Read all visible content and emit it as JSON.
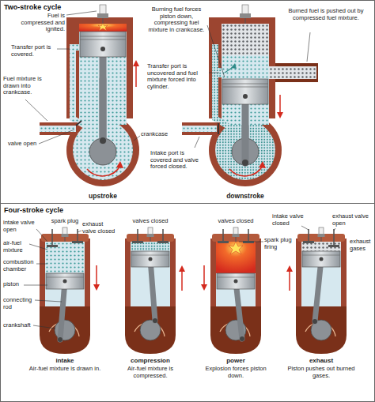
{
  "diagram": {
    "nodes": [
      {
        "text": [
          "Two-stroke cycle"
        ]
      },
      {
        "text": [
          "Four-stroke cycle"
        ]
      }
    ],
    "labels": [
      "Fuel is compressed and ignited.",
      "Burning fuel forces piston down, compressing fuel mixture in crankcase.",
      "Burned fuel is pushed out by compressed fuel mixture.",
      "Transfer port is covered.",
      "Transfer port is uncovered and fuel mixture forced into cylinder.",
      "Fuel mixture is drawn into crankcase.",
      "valve open",
      "crankcase",
      "Intake port is covered and valve forced closed.",
      "upstroke",
      "downstroke",
      "intake valve open",
      "spark plug",
      "exhaust valve closed",
      "valves closed",
      "valves closed",
      "intake valve closed",
      "exhaust valve open",
      "air-fuel mixture",
      "spark plug firing",
      "exhaust gases",
      "combustion chamber",
      "piston",
      "connecting rod",
      "crankshaft",
      "intake",
      "Air-fuel mixture is drawn in.",
      "compression",
      "Air-fuel mixture is compressed.",
      "power",
      "Explosion forces piston down.",
      "exhaust",
      "Piston pushes out burned gases."
    ]
  }
}
